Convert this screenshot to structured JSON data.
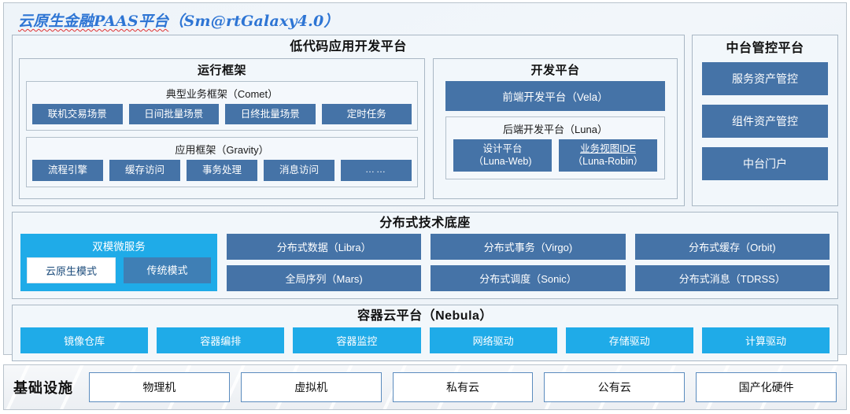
{
  "title": {
    "cn": "云原生金融PAAS平台",
    "full": "云原生金融PAAS平台（Sm@rtGalaxy4.0）",
    "en": "（Sm@rtGalaxy4.0）"
  },
  "colors": {
    "steel_blue": "#4573a7",
    "cyan": "#1fabe8",
    "panel_bg": "#f2f7fb",
    "outer_border": "#b9c3cc",
    "title_blue": "#2e75d4",
    "spellcheck_red": "#e03131"
  },
  "lowcode": {
    "title": "低代码应用开发平台",
    "runtime": {
      "title": "运行框架",
      "comet": {
        "title": "典型业务框架（Comet）",
        "items": [
          "联机交易场景",
          "日间批量场景",
          "日终批量场景",
          "定时任务"
        ]
      },
      "gravity": {
        "title": "应用框架（Gravity）",
        "items": [
          "流程引擎",
          "缓存访问",
          "事务处理",
          "消息访问",
          "……"
        ]
      }
    },
    "dev": {
      "title": "开发平台",
      "vela": "前端开发平台（Vela）",
      "luna": {
        "title": "后端开发平台（Luna）",
        "items": [
          {
            "line1": "设计平台",
            "line2": "（Luna-Web)",
            "underline": false
          },
          {
            "line1": "业务视图IDE",
            "line2": "（Luna-Robin）",
            "underline": true
          }
        ]
      }
    }
  },
  "midplatform": {
    "title": "中台管控平台",
    "items": [
      "服务资产管控",
      "组件资产管控",
      "中台门户"
    ]
  },
  "distributed": {
    "title": "分布式技术底座",
    "dualmode": {
      "title": "双模微服务",
      "items": [
        {
          "label": "云原生模式",
          "style": "white"
        },
        {
          "label": "传统模式",
          "style": "blue"
        }
      ]
    },
    "columns": [
      [
        "分布式数据（Libra）",
        "全局序列（Mars)"
      ],
      [
        "分布式事务（Virgo)",
        "分布式调度（Sonic）"
      ],
      [
        "分布式缓存（Orbit)",
        "分布式消息（TDRSS）"
      ]
    ]
  },
  "container": {
    "title": "容器云平台（Nebula）",
    "items": [
      "镜像仓库",
      "容器编排",
      "容器监控",
      "网络驱动",
      "存储驱动",
      "计算驱动"
    ]
  },
  "infrastructure": {
    "label": "基础设施",
    "items": [
      "物理机",
      "虚拟机",
      "私有云",
      "公有云",
      "国产化硬件"
    ]
  }
}
